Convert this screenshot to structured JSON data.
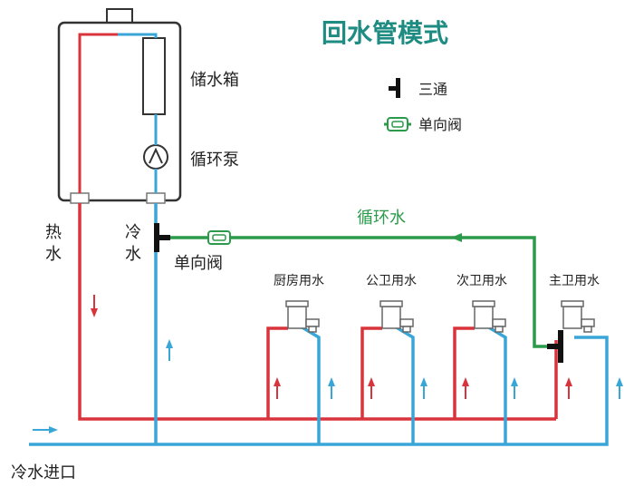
{
  "title": "回水管模式",
  "legend": {
    "tee_label": "三通",
    "check_valve_label": "单向阀"
  },
  "heater": {
    "tank_label": "储水箱",
    "pump_label": "循环泵"
  },
  "pipes": {
    "hot_label_1": "热",
    "hot_label_2": "水",
    "cold_label_1": "冷",
    "cold_label_2": "水",
    "check_valve_label": "单向阀",
    "circulation_label": "循环水",
    "cold_inlet_label": "冷水进口"
  },
  "fixtures": [
    {
      "label": "厨房用水"
    },
    {
      "label": "公卫用水"
    },
    {
      "label": "次卫用水"
    },
    {
      "label": "主卫用水"
    }
  ],
  "colors": {
    "hot": "#d9343b",
    "cold": "#3aa6d8",
    "circulation": "#2b9a4a",
    "title": "#1e8c82",
    "heater_outline": "#333333"
  }
}
